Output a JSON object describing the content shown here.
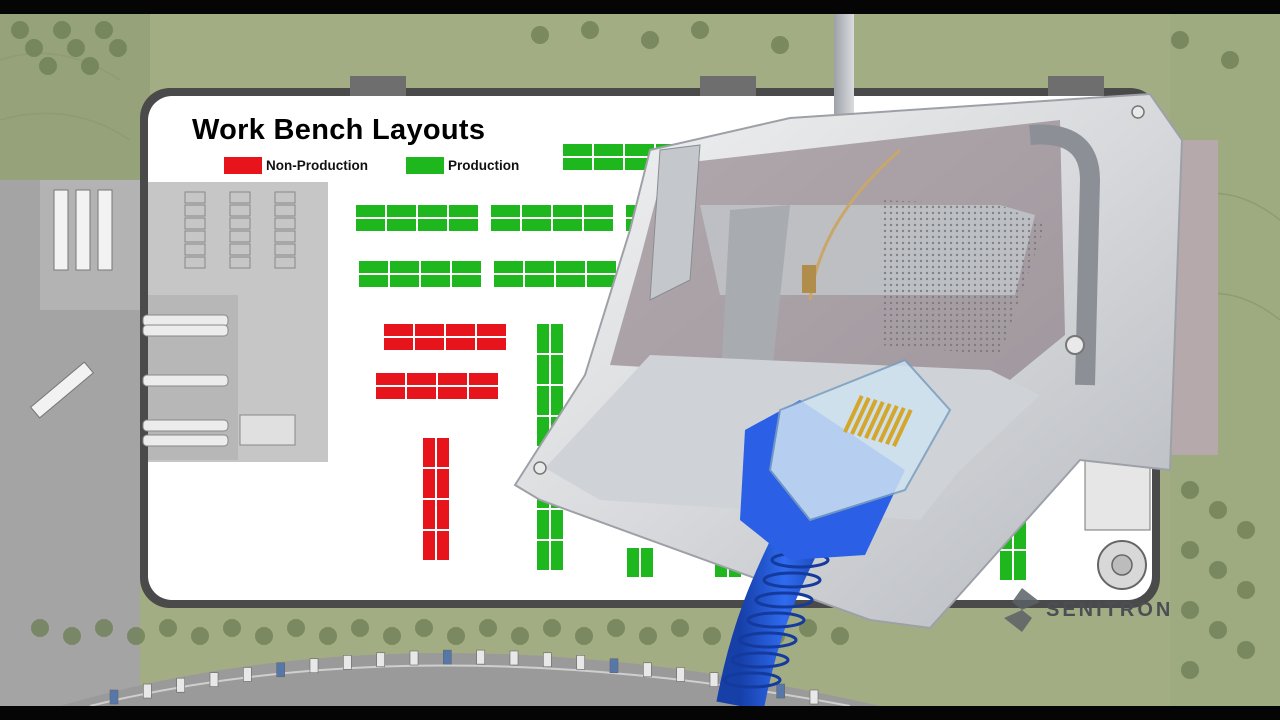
{
  "title": "Work Bench Layouts",
  "legend": [
    {
      "label": "Non-Production",
      "color": "#e8141c"
    },
    {
      "label": "Production",
      "color": "#1eb71e"
    }
  ],
  "brand": "SENITRON",
  "colors": {
    "production": "#1eb71e",
    "non_production": "#e8141c",
    "floor": "#ffffff",
    "wall": "#3a3a3a",
    "grass": "#9aa878",
    "pavement": "#a9a9a9",
    "cable": "#1f55d6"
  },
  "icons": [
    "senitron-logo-icon",
    "ethernet-cable-icon",
    "ceiling-mount-antenna-icon"
  ]
}
